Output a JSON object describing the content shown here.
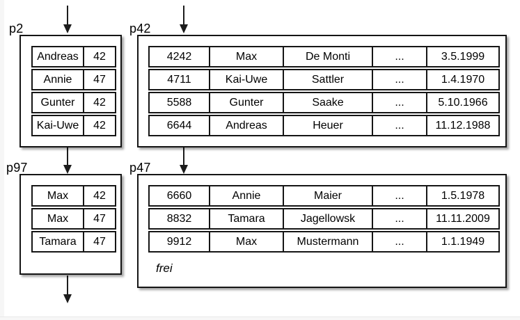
{
  "diagram": {
    "kind": "database-page-structure",
    "pages": [
      {
        "label": "p2",
        "columns": 2,
        "rows": [
          [
            "Andreas",
            "42"
          ],
          [
            "Annie",
            "47"
          ],
          [
            "Gunter",
            "42"
          ],
          [
            "Kai-Uwe",
            "42"
          ]
        ]
      },
      {
        "label": "p42",
        "columns": 5,
        "rows": [
          [
            "4242",
            "Max",
            "De Monti",
            "...",
            "3.5.1999"
          ],
          [
            "4711",
            "Kai-Uwe",
            "Sattler",
            "...",
            "1.4.1970"
          ],
          [
            "5588",
            "Gunter",
            "Saake",
            "...",
            "5.10.1966"
          ],
          [
            "6644",
            "Andreas",
            "Heuer",
            "...",
            "11.12.1988"
          ]
        ]
      },
      {
        "label": "p97",
        "columns": 2,
        "rows": [
          [
            "Max",
            "42"
          ],
          [
            "Max",
            "47"
          ],
          [
            "Tamara",
            "47"
          ]
        ]
      },
      {
        "label": "p47",
        "columns": 5,
        "rows": [
          [
            "6660",
            "Annie",
            "Maier",
            "...",
            "1.5.1978"
          ],
          [
            "8832",
            "Tamara",
            "Jagellowsk",
            "...",
            "11.11.2009"
          ],
          [
            "9912",
            "Max",
            "Mustermann",
            "...",
            "1.1.1949"
          ]
        ],
        "free_space_label": "frei"
      }
    ],
    "arrows": [
      {
        "name": "into-p2",
        "direction": "down"
      },
      {
        "name": "into-p42",
        "direction": "down"
      },
      {
        "name": "p2-to-p97",
        "direction": "down"
      },
      {
        "name": "p42-to-p47",
        "direction": "down"
      },
      {
        "name": "out-of-p97",
        "direction": "down"
      }
    ],
    "colors": {
      "border": "#151515",
      "text": "#000000",
      "background": "#ffffff",
      "edge_strip": "#f6f6f6"
    }
  }
}
